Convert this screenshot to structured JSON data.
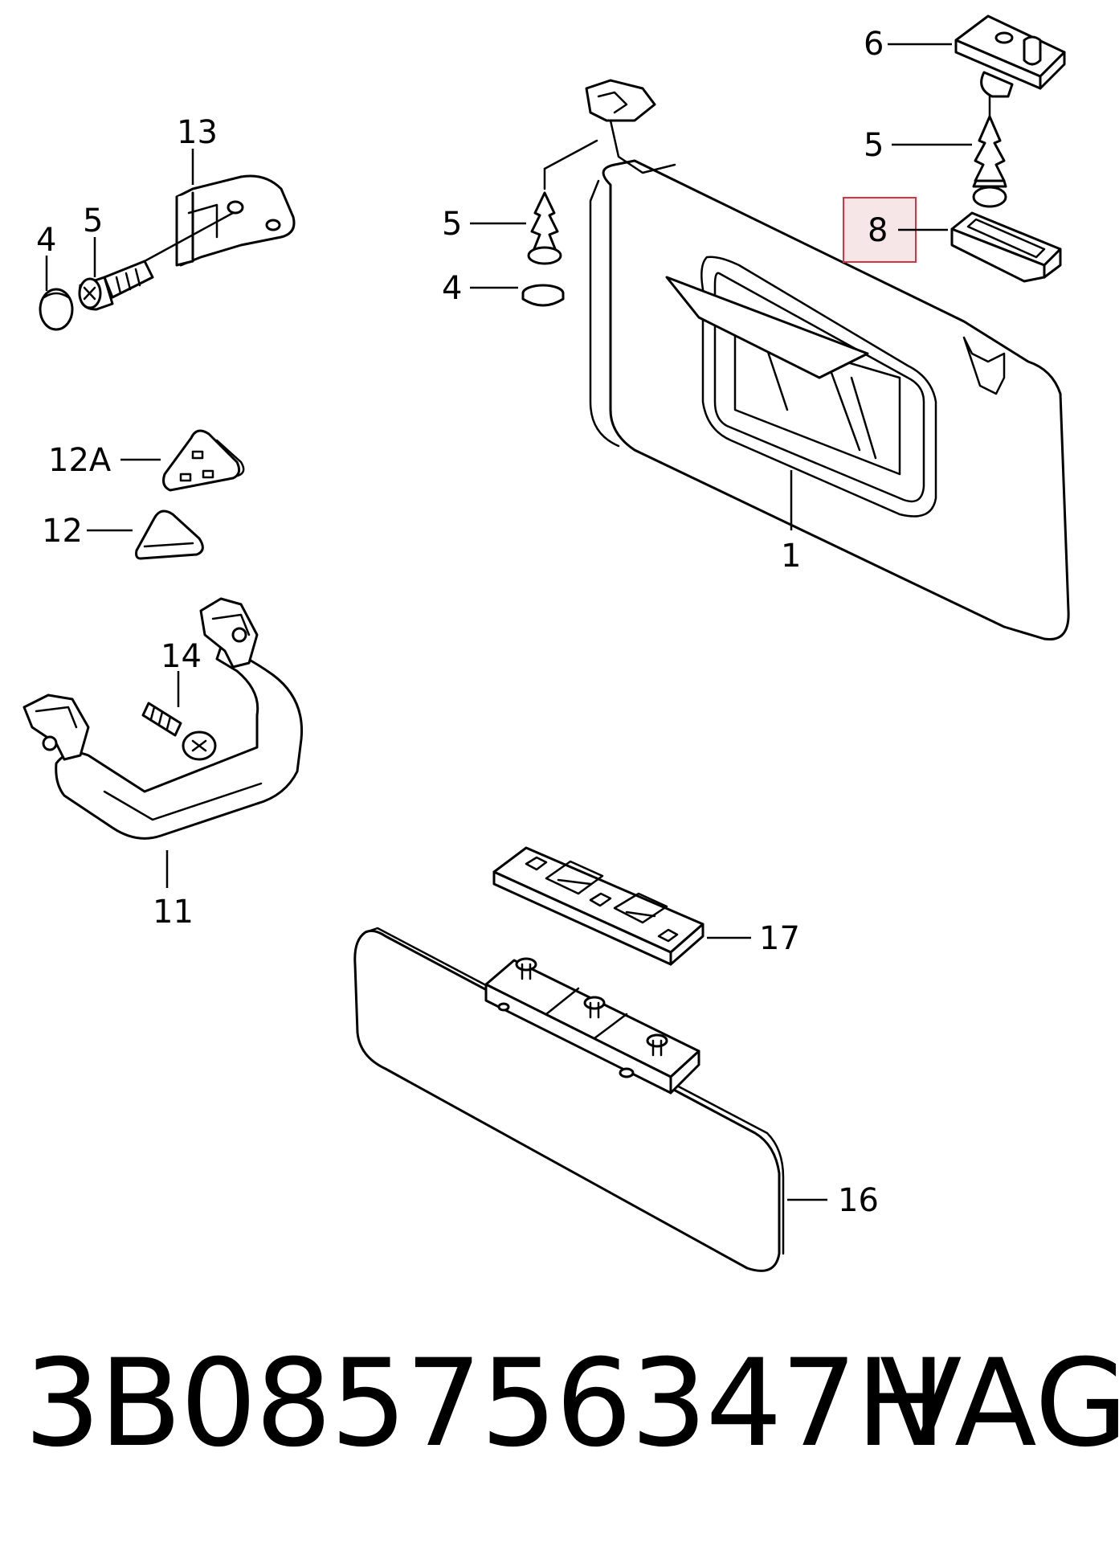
{
  "callouts": {
    "c6": "6",
    "c5_top_right": "5",
    "c8": "8",
    "c13": "13",
    "c5_left": "5",
    "c4_left": "4",
    "c5_mid": "5",
    "c4_mid": "4",
    "c1": "1",
    "c12a": "12A",
    "c12": "12",
    "c14": "14",
    "c11": "11",
    "c17": "17",
    "c16": "16"
  },
  "footer": {
    "part_number": "3B085756347H",
    "brand": "VAG"
  },
  "colors": {
    "line": "#000000",
    "highlight_box": "#d9333f",
    "highlight_fill": "#f7e6e8"
  }
}
